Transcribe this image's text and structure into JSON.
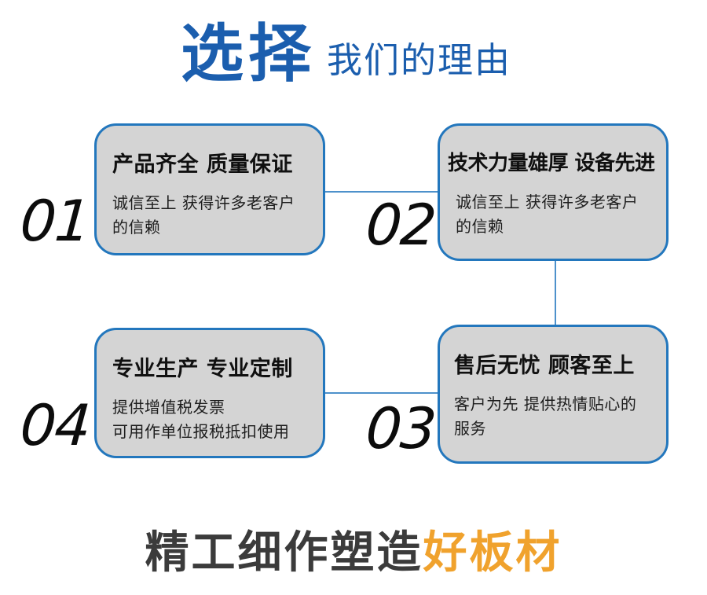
{
  "header": {
    "title_primary": "选择",
    "title_secondary": "我们的理由"
  },
  "reasons": [
    {
      "number": "01",
      "title": "产品齐全 质量保证",
      "description": "诚信至上 获得许多老客户\n的信赖"
    },
    {
      "number": "02",
      "title": "技术力量雄厚 设备先进",
      "description": "诚信至上 获得许多老客户\n的信赖"
    },
    {
      "number": "03",
      "title": "售后无忧 顾客至上",
      "description": "客户为先 提供热情贴心的\n服务"
    },
    {
      "number": "04",
      "title": "专业生产 专业定制",
      "description": "提供增值税发票\n可用作单位报税抵扣使用"
    }
  ],
  "footer": {
    "text_normal": "精工细作塑造",
    "text_highlight": "好板材"
  },
  "colors": {
    "title_blue": "#1B5EAE",
    "card_border": "#2377BD",
    "card_fill": "#D4D4D4",
    "connector_blue": "#4D91CB",
    "footer_dark": "#3B3B3B",
    "footer_orange": "#F0A22D"
  }
}
